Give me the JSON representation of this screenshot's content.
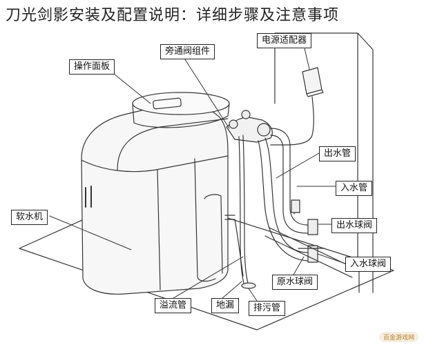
{
  "title": "刀光剑影安装及配置说明：详细步骤及注意事项",
  "labels": {
    "power_adapter": "电源适配器",
    "bypass_valve": "旁通阀组件",
    "control_panel": "操作面板",
    "outlet_pipe": "出水管",
    "inlet_pipe": "入水管",
    "outlet_ball_valve": "出水球阀",
    "softener": "软水机",
    "inlet_ball_valve": "入水球阀",
    "raw_water_valve": "原水球阀",
    "overflow_pipe": "溢流管",
    "floor_drain": "地漏",
    "drain_pipe": "排污管"
  },
  "watermark": "百金游戏网"
}
